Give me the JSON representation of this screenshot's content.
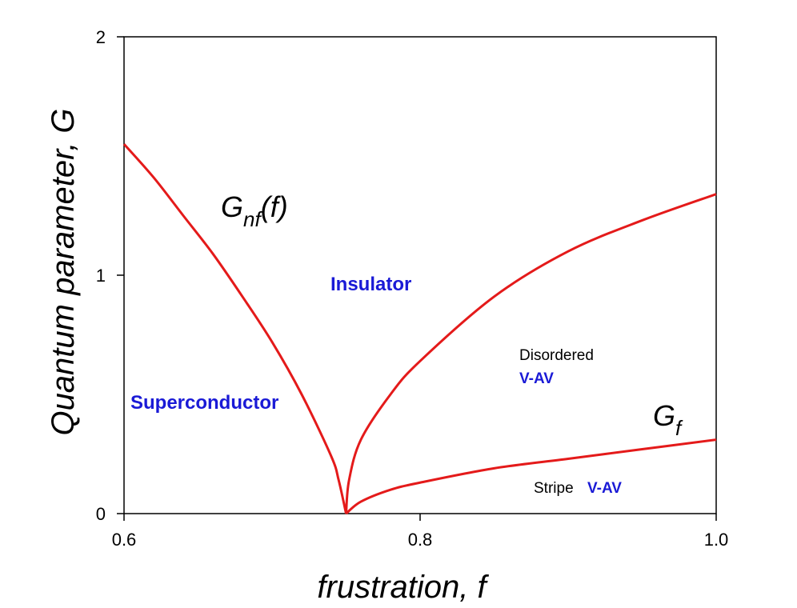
{
  "chart_data": {
    "type": "line",
    "xlabel": "frustration, f",
    "ylabel": "Quantum parameter, G",
    "xlim": [
      0.6,
      1.0
    ],
    "ylim": [
      0,
      2
    ],
    "x_ticks": [
      "0.6",
      "0.8",
      "1.0"
    ],
    "y_ticks": [
      "0",
      "1",
      "2"
    ],
    "series": [
      {
        "name": "Gnf(f)",
        "color": "#e41a1a",
        "x": [
          0.6,
          0.62,
          0.64,
          0.66,
          0.68,
          0.7,
          0.72,
          0.74,
          0.745,
          0.75
        ],
        "y": [
          1.55,
          1.41,
          1.25,
          1.09,
          0.91,
          0.72,
          0.5,
          0.24,
          0.14,
          0.0
        ]
      },
      {
        "name": "",
        "color": "#e41a1a",
        "x": [
          0.75,
          0.752,
          0.76,
          0.78,
          0.8,
          0.85,
          0.9,
          0.95,
          1.0
        ],
        "y": [
          0.0,
          0.14,
          0.31,
          0.5,
          0.64,
          0.91,
          1.1,
          1.23,
          1.34
        ]
      },
      {
        "name": "Gf",
        "color": "#e41a1a",
        "x": [
          0.75,
          0.76,
          0.78,
          0.8,
          0.85,
          0.9,
          0.95,
          1.0
        ],
        "y": [
          0.0,
          0.05,
          0.1,
          0.13,
          0.19,
          0.23,
          0.27,
          0.31
        ]
      }
    ],
    "annotations": {
      "gnf_main": "G",
      "gnf_sub": "nf",
      "gnf_tail": "(f)",
      "gf_main": "G",
      "gf_sub": "f",
      "insulator": "Insulator",
      "superconductor": "Superconductor",
      "disordered": "Disordered",
      "disordered_vav": "V-AV",
      "stripe": "Stripe",
      "stripe_vav": "V-AV"
    }
  }
}
